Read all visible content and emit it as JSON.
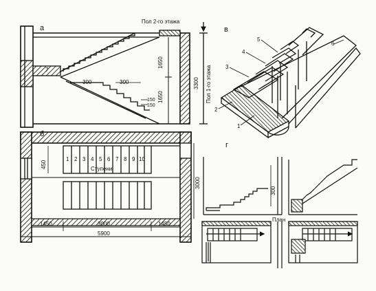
{
  "panels": {
    "a": "а",
    "b": "б",
    "v": "в",
    "g": "г"
  },
  "section_a": {
    "floor_2": "Пол 2-го этажа",
    "floor_1": "Пол 1-го этажа",
    "dim_1650_top": "1650",
    "dim_1650_bottom": "1650",
    "dim_3300": "3300",
    "dim_300_a": "300",
    "dim_300_b": "300",
    "dim_150_a": "150",
    "dim_150_b": "150",
    "step_marker": "7"
  },
  "plan_b": {
    "steps": [
      "1",
      "2",
      "3",
      "4",
      "5",
      "6",
      "7",
      "8",
      "9",
      "10"
    ],
    "stairs_label": "Ступени",
    "dim_450": "450",
    "dim_1450_left": "1450",
    "dim_3000_center": "3000",
    "dim_1450_right": "1450",
    "dim_5900": "5900",
    "dim_3000_side": "3000"
  },
  "detail_v": {
    "callouts": [
      "1",
      "2",
      "3",
      "4",
      "5",
      "6"
    ]
  },
  "detail_g": {
    "dim_300": "300",
    "plan_label": "План"
  }
}
